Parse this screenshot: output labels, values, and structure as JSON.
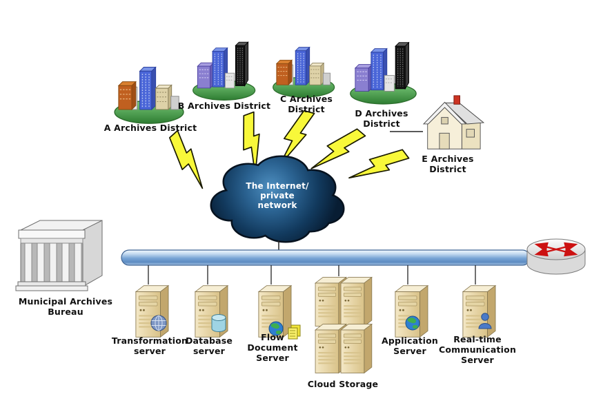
{
  "diagram": {
    "type": "network-architecture",
    "districts": [
      {
        "label": "A Archives District"
      },
      {
        "label": "B Archives District"
      },
      {
        "label": "C Archives\nDistrict"
      },
      {
        "label": "D Archives\nDistrict"
      },
      {
        "label": "E Archives\nDistrict"
      }
    ],
    "cloud": {
      "label": "The Internet/\nprivate\nnetwork"
    },
    "bureau": {
      "label": "Municipal Archives\nBureau"
    },
    "servers": [
      {
        "label": "Transformation\nserver"
      },
      {
        "label": "Database\nserver"
      },
      {
        "label": "Flow\nDocument\nServer"
      },
      {
        "label": "Cloud Storage"
      },
      {
        "label": "Application\nServer"
      },
      {
        "label": "Real-time\nCommunication\nServer"
      }
    ],
    "colors": {
      "bolt_yellow": "#f8f83a",
      "cloud_dark_blue": "#123a5e",
      "bus_blue": "#76a3d4",
      "grass_green": "#3e8e3e",
      "server_beige": "#e8d8ac",
      "router_arrow_red": "#cc1111",
      "label_text": "#111111",
      "cloud_text": "#ffffff"
    }
  }
}
